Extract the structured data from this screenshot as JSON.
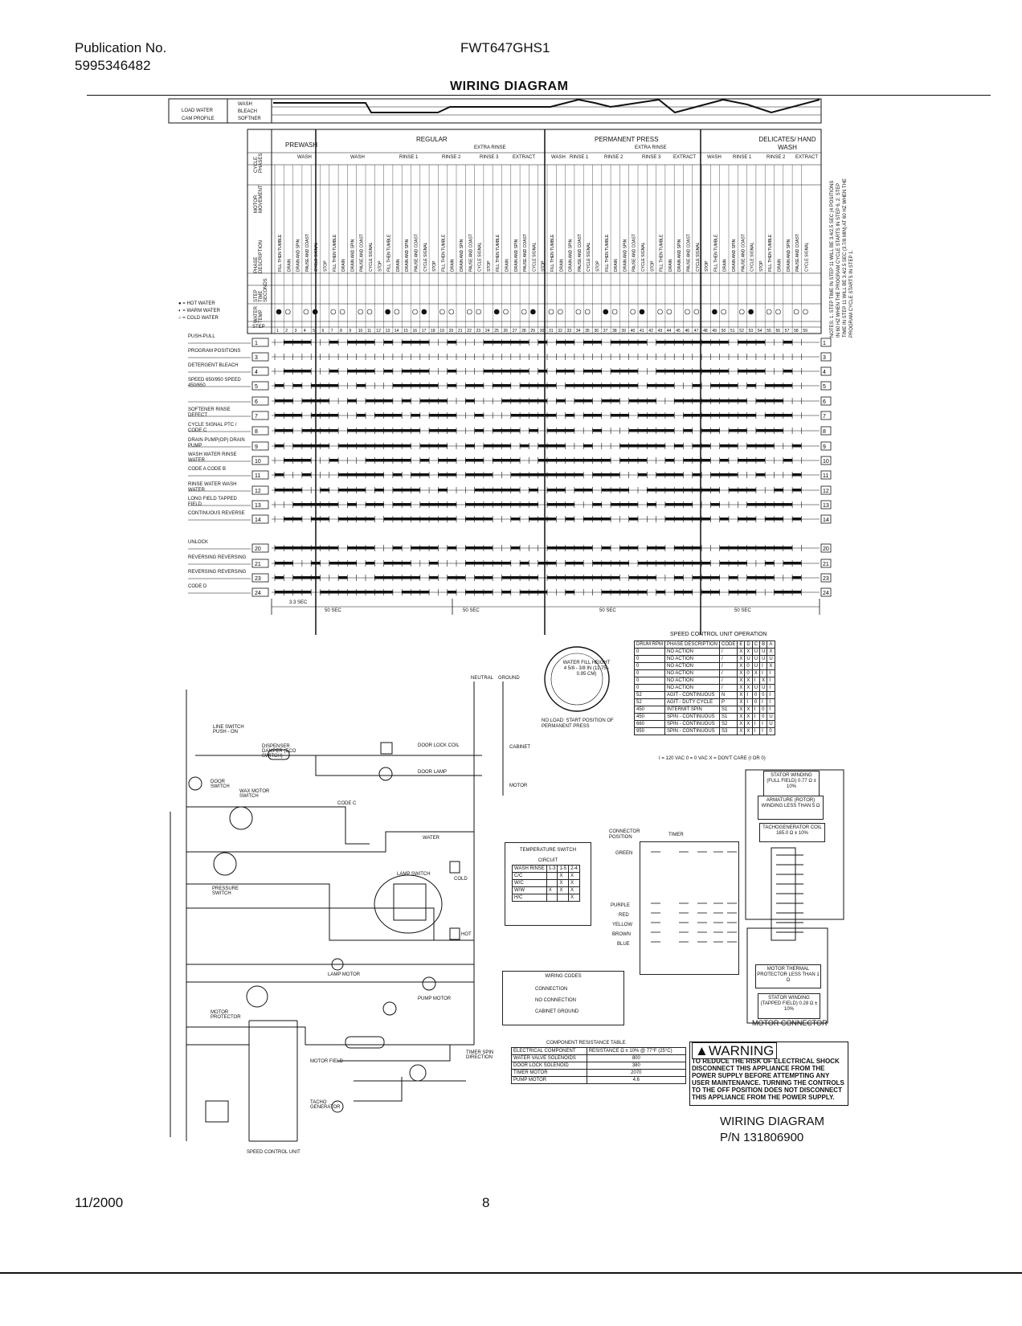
{
  "header": {
    "publication_label": "Publication No.",
    "publication_number": "5995346482",
    "model": "FWT647GHS1",
    "title": "WIRING DIAGRAM"
  },
  "cam": {
    "left_labels": [
      "LOAD WATER",
      "CAM PROFILE"
    ],
    "right_labels": [
      "WASH",
      "BLEACH",
      "SOFTNER"
    ]
  },
  "cycles": [
    {
      "name": "PREWASH",
      "sub": "WASH"
    },
    {
      "name": "REGULAR",
      "sub": "EXTRA RINSE"
    },
    {
      "name": "PERMANENT PRESS",
      "sub": "EXTRA RINSE"
    },
    {
      "name": "DELICATES/ HAND WASH",
      "sub": ""
    }
  ],
  "phase_labels": [
    "WASH",
    "RINSE 1",
    "RINSE 2",
    "RINSE 3",
    "EXTRACT"
  ],
  "row_header_labels": [
    "CYCLE PHASES",
    "MOTOR MOVEMENT",
    "PHASE DESCRIPTION",
    "STEP TIME SECONDS",
    "WATER TEMP",
    "STEP"
  ],
  "legend_water": [
    "= HOT WATER",
    "= WARM WATER",
    "= COLD WATER"
  ],
  "signals": [
    {
      "label": "PUSH-PULL",
      "num": "1"
    },
    {
      "label": "PROGRAM POSITIONS",
      "num": "3"
    },
    {
      "label": "DETERGENT BLEACH",
      "num": "4"
    },
    {
      "label": "SPEED 650/950 SPEED 450/650",
      "num": "5"
    },
    {
      "label": "",
      "num": "6"
    },
    {
      "label": "SOFTENER RINSE DEFECT",
      "num": "7"
    },
    {
      "label": "CYCLE SIGNAL PTC / CODE C",
      "num": "8"
    },
    {
      "label": "DRAIN PUMP(OP) DRAIN PUMP",
      "num": "9"
    },
    {
      "label": "WASH WATER RINSE WATER",
      "num": "10"
    },
    {
      "label": "CODE A CODE B",
      "num": "11"
    },
    {
      "label": "RINSE WATER WASH WATER",
      "num": "12"
    },
    {
      "label": "LONG FIELD TAPPED FIELD",
      "num": "13"
    },
    {
      "label": "CONTINUOUS REVERSE",
      "num": "14"
    },
    {
      "label": "UNLOCK",
      "num": "20"
    },
    {
      "label": "REVERSING REVERSING",
      "num": "21"
    },
    {
      "label": "REVERSING REVERSING",
      "num": "23"
    },
    {
      "label": "CODE D",
      "num": "24"
    }
  ],
  "time_marks": [
    "3.3 SEC",
    "50 SEC",
    "50 SEC",
    "50 SEC",
    "50 SEC"
  ],
  "notes_vertical": "NOTES: 1. STEP TIME IN STEP 11 WILL BE 3.4/2.5 SEC (4 POSITIONS IN 60 HZ WHEN THE PROGRAM CYCLE STARTS IN STEP 6. 2. STEP TIME IN STEP 11 WILL BE 3.4/2.5 SEC (3.7/8 MIN) AT 60 HZ WHEN THE PROGRAM CYCLE STARTS IN STEP 1.",
  "speed_table": {
    "title": "SPEED CONTROL UNIT OPERATION",
    "headers": [
      "DRUM RPM",
      "PHASE DESCRIPTION",
      "CODE",
      "E",
      "D",
      "C",
      "B",
      "A"
    ],
    "rows": [
      [
        "0",
        "NO ACTION",
        "/",
        "X",
        "X",
        "U",
        "U",
        "X"
      ],
      [
        "0",
        "NO ACTION",
        "/",
        "X",
        "U",
        "U",
        "U",
        "U"
      ],
      [
        "0",
        "NO ACTION",
        "/",
        "X",
        "0",
        "U",
        "I",
        "X"
      ],
      [
        "0",
        "NO ACTION",
        "/",
        "X",
        "0",
        "X",
        "I",
        "I"
      ],
      [
        "0",
        "NO ACTION",
        "/",
        "X",
        "X",
        "I",
        "X",
        "I"
      ],
      [
        "0",
        "NO ACTION",
        "/",
        "X",
        "X",
        "U",
        "U",
        "I"
      ],
      [
        "52",
        "AGIT - CONTINUOUS",
        "N",
        "X",
        "I",
        "0",
        "0",
        "I"
      ],
      [
        "52",
        "AGIT - DUTY CYCLE",
        "P",
        "X",
        "I",
        "0",
        "I",
        "I"
      ],
      [
        "450",
        "INTERMIT SPIN",
        "S1",
        "X",
        "X",
        "I",
        "0",
        "I"
      ],
      [
        "450",
        "SPIN - CONTINUOUS",
        "S1",
        "X",
        "X",
        "I",
        "0",
        "U"
      ],
      [
        "660",
        "SPIN - CONTINUOUS",
        "S2",
        "X",
        "X",
        "I",
        "I",
        "U"
      ],
      [
        "950",
        "SPIN - CONTINUOUS",
        "S3",
        "X",
        "X",
        "I",
        "I",
        "0"
      ]
    ],
    "footnote": "I = 120 VAC  0 = 0 VAC  X = DON'T CARE (I OR 0)"
  },
  "drum_note": {
    "water_fill": "WATER FILL HEIGHT",
    "height": "4 5/8 - 3/8 IN (11.75 - 0.95 CM)",
    "position_note": "NO LOAD: START POSITION OF PERMANENT PRESS"
  },
  "temp_table": {
    "title": "TEMPERATURE SWITCH",
    "circuit": "CIRCUIT",
    "headers": [
      "WASH RINSE",
      "1-3",
      "1-5",
      "2-4"
    ],
    "rows": [
      [
        "C/C",
        "",
        "X",
        "X"
      ],
      [
        "W/C",
        "",
        "X",
        "X"
      ],
      [
        "W/W",
        "X",
        "X",
        "X"
      ],
      [
        "H/C",
        "",
        "",
        "X"
      ]
    ]
  },
  "connector": {
    "position_label": "CONNECTOR POSITION",
    "timer_label": "TIMER",
    "rows": [
      "GREEN",
      "PURPLE",
      "RED",
      "YELLOW",
      "BROWN",
      "BLUE"
    ]
  },
  "wiring_codes": {
    "title": "WIRING CODES",
    "items": [
      "CONNECTION",
      "NO CONNECTION",
      "CABINET GROUND"
    ]
  },
  "motor": {
    "boxes": [
      "STATOR WINDING (FULL FIELD) 0.77 Ω ± 10%",
      "ARMATURE (ROTOR) WINDING LESS THAN 5 Ω",
      "TACHOGENERATOR COIL 165.0 Ω ± 10%",
      "MOTOR THERMAL PROTECTOR LESS THAN 1 Ω",
      "STATOR WINDING (TAPPED FIELD) 0.28 Ω ± 10%"
    ],
    "label": "MOTOR CONNECTOR"
  },
  "resistance_table": {
    "title": "COMPONENT RESISTANCE TABLE",
    "headers": [
      "ELECTRICAL COMPONENT",
      "RESISTANCE Ω ± 10% @ 77°F (25°C)"
    ],
    "rows": [
      [
        "WATER VALVE SOLENOIDS",
        "800"
      ],
      [
        "DOOR LOCK SOLENOID",
        "380"
      ],
      [
        "TIMER MOTOR",
        "2070"
      ],
      [
        "PUMP MOTOR",
        "4.6"
      ]
    ]
  },
  "warning": {
    "head": "WARNING",
    "text": "TO REDUCE THE RISK OF ELECTRICAL SHOCK DISCONNECT THIS APPLIANCE FROM THE POWER SUPPLY BEFORE ATTEMPTING ANY USER MAINTENANCE. TURNING THE CONTROLS TO THE OFF POSITION DOES NOT DISCONNECT THIS APPLIANCE FROM THE POWER SUPPLY."
  },
  "footer_block": {
    "title": "WIRING DIAGRAM",
    "pn": "P/N 131806900"
  },
  "schematic_labels": {
    "neutral": "NEUTRAL",
    "ground": "GROUND",
    "cabinet": "CABINET",
    "motor": "MOTOR",
    "line_switch": "LINE SWITCH PUSH - ON",
    "door_lock_coil": "DOOR LOCK COIL",
    "door_lamp": "DOOR LAMP",
    "dispenser": "DISPENSER DAMPER (ECO SWITCH)",
    "door_switch": "DOOR SWITCH",
    "wax_motor": "WAX MOTOR SWITCH",
    "code_c": "CODE C",
    "water": "WATER",
    "cold": "COLD",
    "pressure_switch": "PRESSURE SWITCH",
    "lamp_switch": "LAMP SWITCH",
    "hot": "HOT",
    "lamp_motor": "LAMP MOTOR",
    "pump_motor": "PUMP MOTOR",
    "tacho": "TACHO GENERATOR",
    "motor_field": "MOTOR FIELD",
    "speed_control": "SPEED CONTROL UNIT",
    "motor_protector": "MOTOR PROTECTOR",
    "spin_direction": "TIMER SPIN DIRECTION"
  },
  "footer": {
    "date": "11/2000",
    "page": "8"
  }
}
